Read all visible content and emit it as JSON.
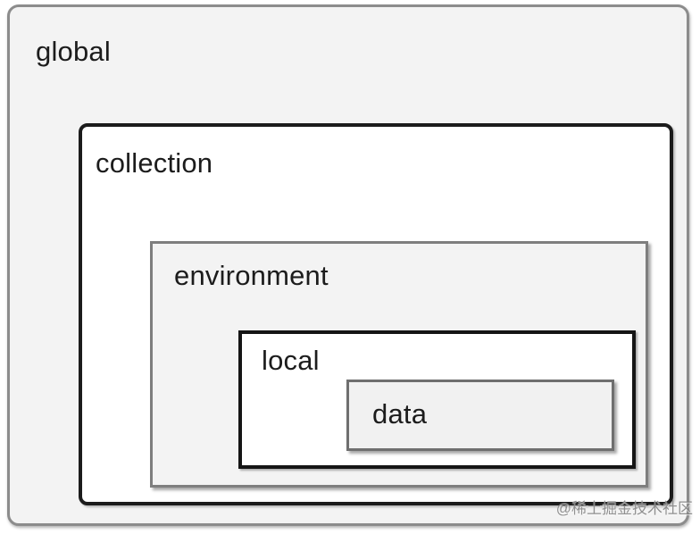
{
  "boxes": {
    "global": {
      "label": "global"
    },
    "collection": {
      "label": "collection"
    },
    "environment": {
      "label": "environment"
    },
    "local": {
      "label": "local"
    },
    "data": {
      "label": "data"
    }
  },
  "watermark": {
    "text": "@稀土掘金技术社区"
  },
  "colors": {
    "gray_border": "#8c8c8c",
    "black_border": "#1c1c1c",
    "gray_fill": "#f3f3f3",
    "white_fill": "#ffffff",
    "label_text": "#1c1c1c",
    "watermark_text": "#7d7d7d"
  }
}
